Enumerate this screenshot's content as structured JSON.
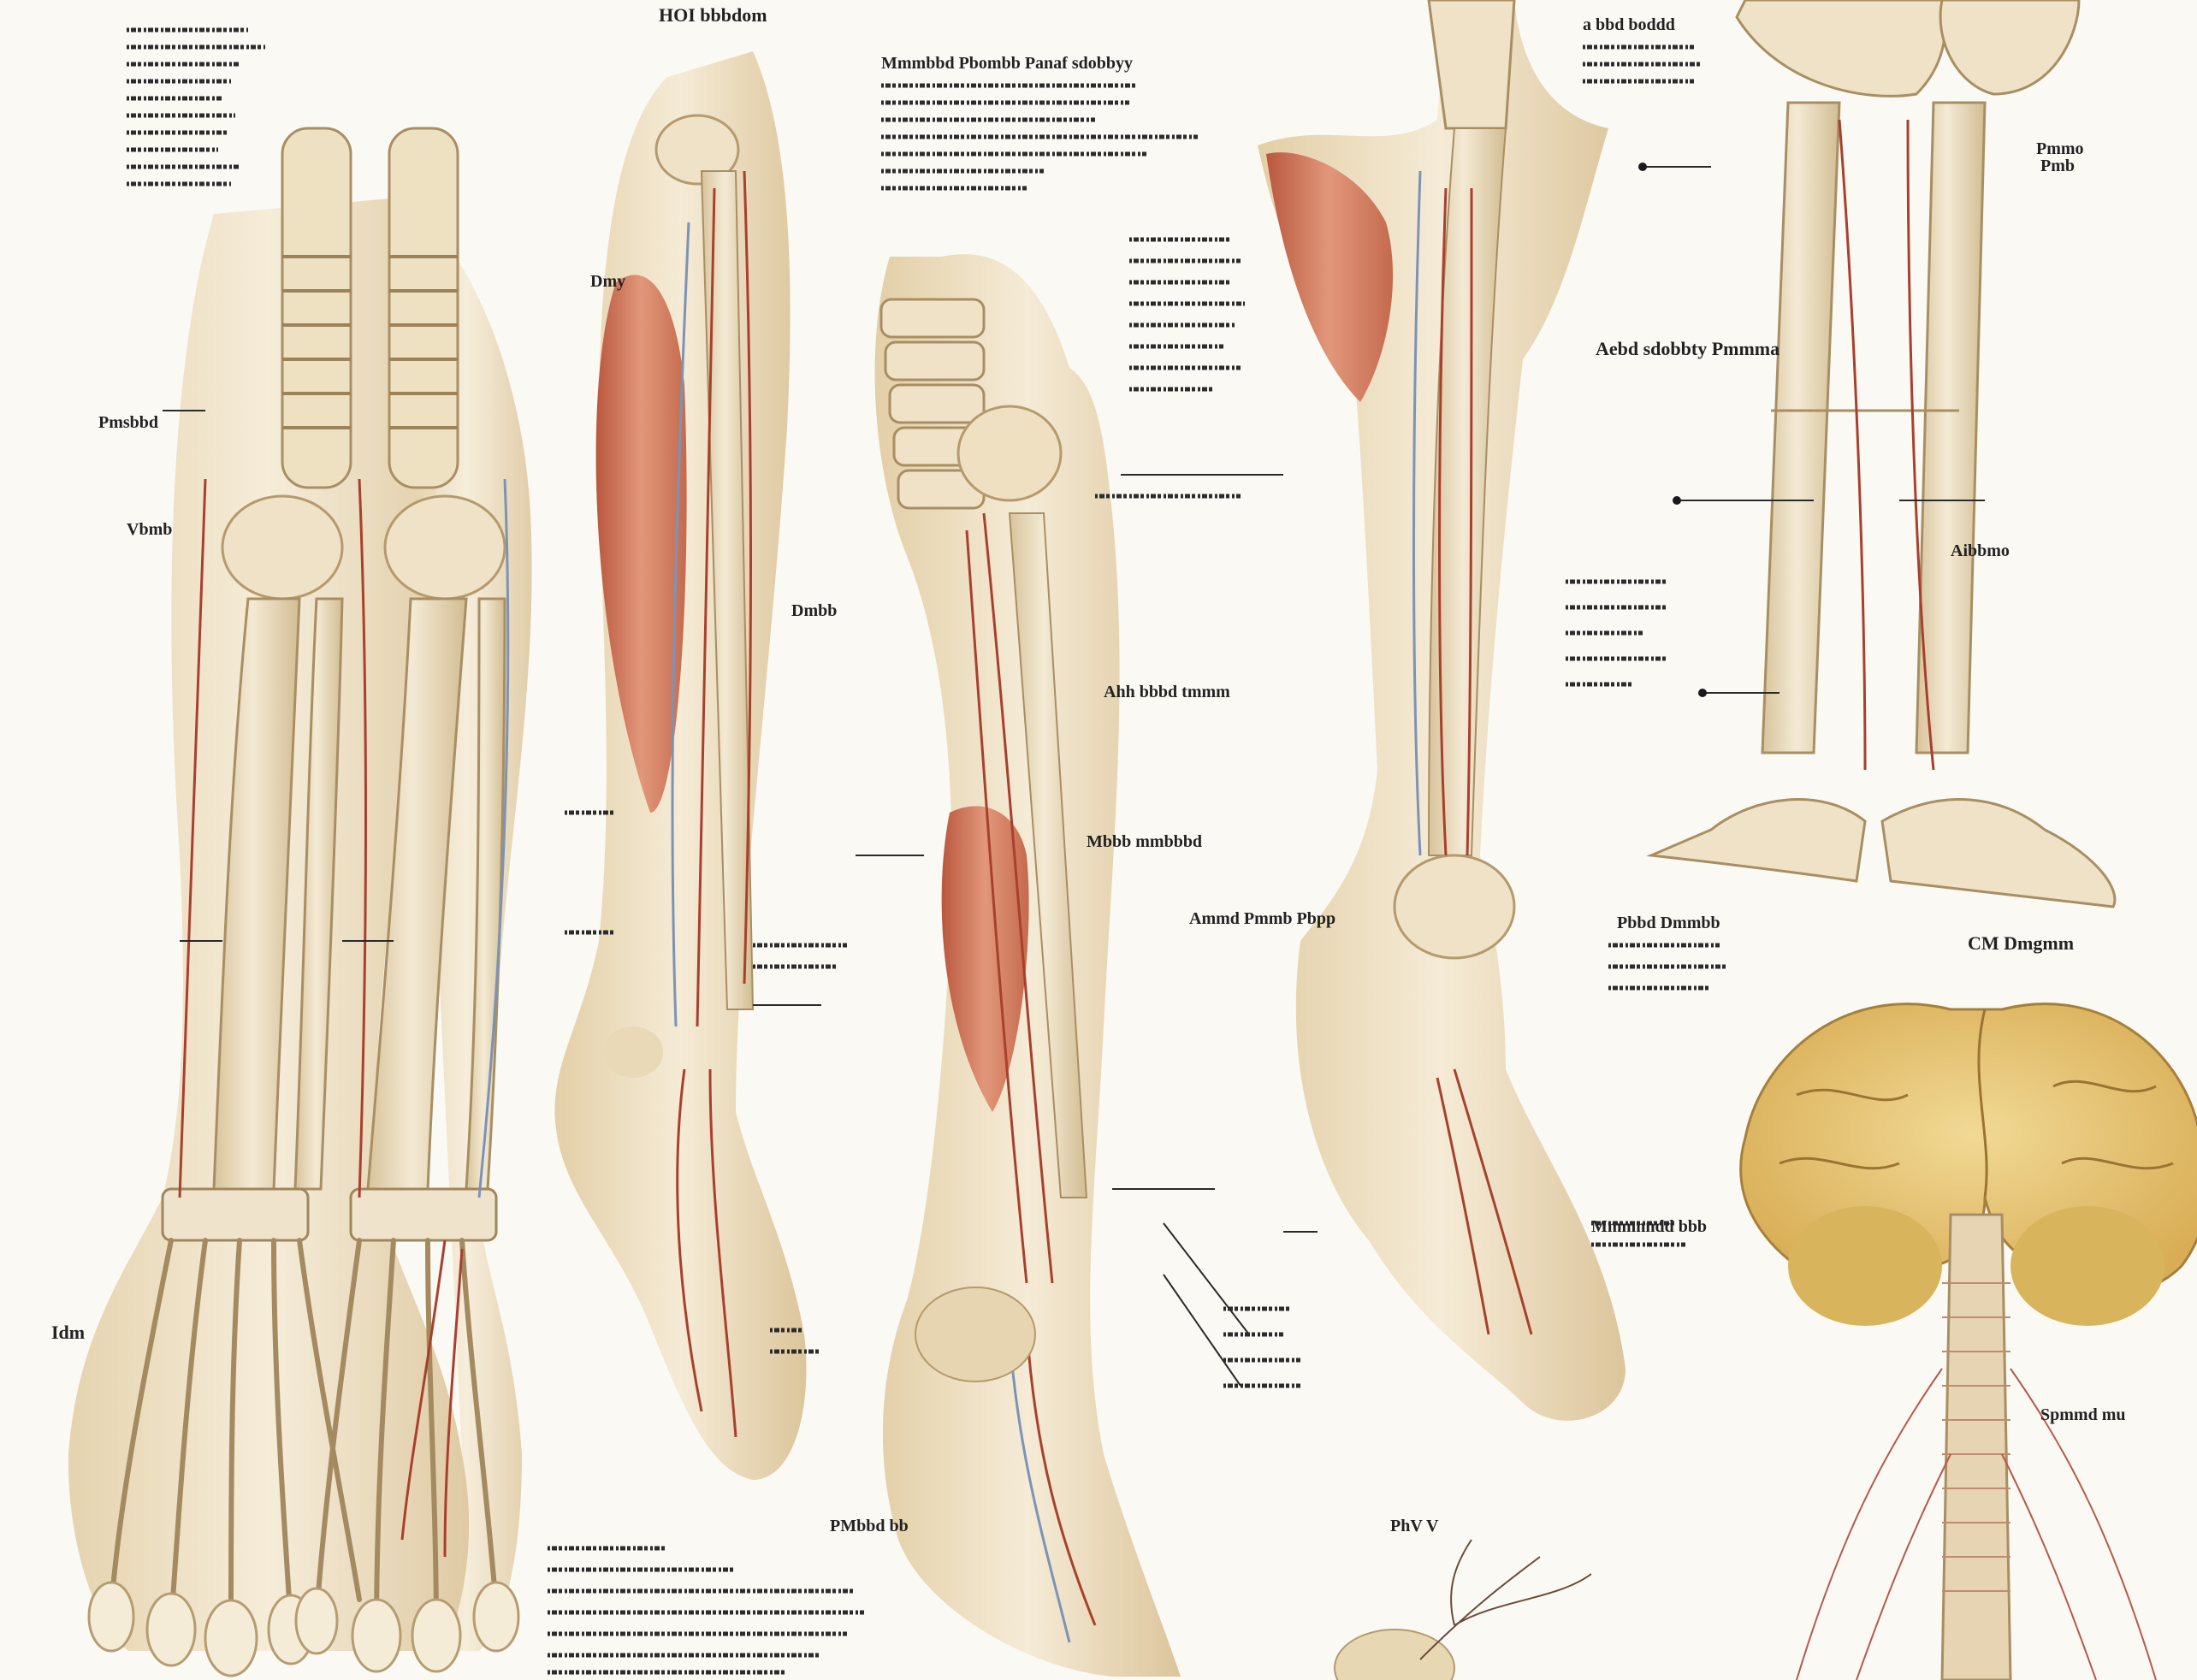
{
  "figure": {
    "colors": {
      "background": "#fbf9f4",
      "bone": "#efe2c6",
      "bone_shadow": "#d6c29c",
      "muscle": "#d9876a",
      "muscle_dark": "#b9583f",
      "artery": "#a8402e",
      "vein": "#7d93b5",
      "brain": "#e8c877",
      "nerve": "#c9a07a",
      "ink": "#222222"
    },
    "labels": {
      "top_center": "HOI bbbdom",
      "c3_heading": "Mmmbbd Pbombb Panaf sdobbyy",
      "c5_heading": "Aebd sdobbty Pmmma",
      "c5_top": "a bbd boddd",
      "c5_right_a": "Pmmo",
      "c5_right_b": "Pmb",
      "c5_right_c": "Aibbmo",
      "c5_caption": "CM Dmgmm",
      "c1_left_a": "Pmsbbd",
      "c1_left_b": "Vbmb",
      "c1_left_c": "Idm",
      "c2_right_a": "Dmy",
      "c2_right_b": "Dmbb",
      "c3_mid_a": "Ahh bbbd tmmm",
      "c3_mid_b": "Ammd Pmmb Pbpp",
      "c3_mid_c": "Mbbb mmbbbd",
      "c4_bottom_a": "PMbbd bb",
      "c4_bottom_b": "PhV V",
      "c4_low_a": "Mmmnndd bbb",
      "c5_low_a": "Pbbd Dmmbb",
      "c5_low_b": "Spmmd mu"
    },
    "icons": [
      "anatomy-illustration",
      "leader-line",
      "label-dot"
    ]
  }
}
